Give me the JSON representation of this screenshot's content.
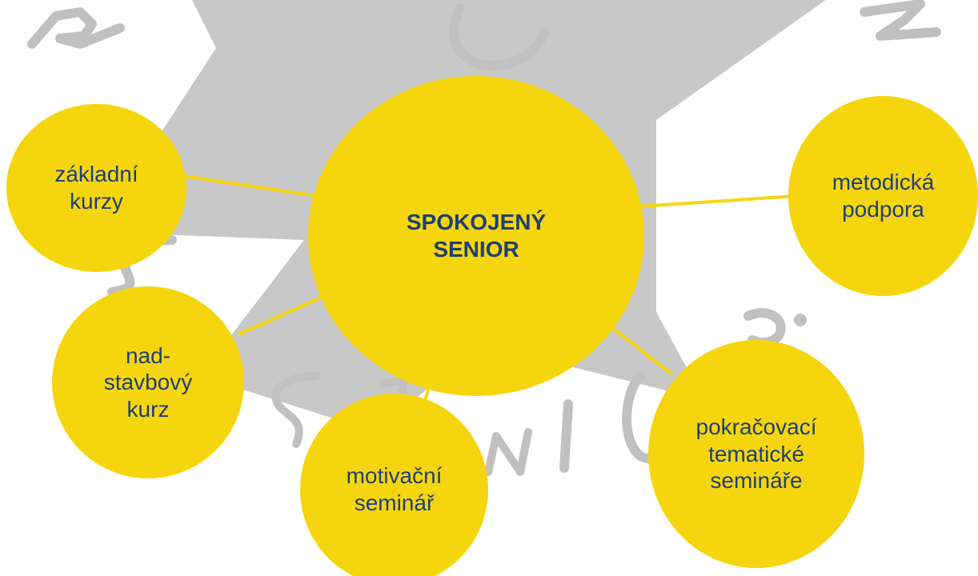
{
  "colors": {
    "circle_fill": "#F5D60E",
    "text": "#1F3F73",
    "connector": "#F5D60E",
    "background_star": "#C8C8C8",
    "watermark_letters": "#C0C0C0"
  },
  "diagram": {
    "center": {
      "label": "SPOKOJENÝ\nSENIOR"
    },
    "nodes": [
      {
        "id": "zakladni-kurzy",
        "label": "základní\nkurzy"
      },
      {
        "id": "metodicka-podpora",
        "label": "metodická\npodpora"
      },
      {
        "id": "nadstavbovy-kurz",
        "label": "nad-\nstavbový\nkurz"
      },
      {
        "id": "motivacni-seminar",
        "label": "motivační\nseminář"
      },
      {
        "id": "pokracovaci-tematicke-seminare",
        "label": "pokračovací\ntematické\nsemináře"
      }
    ]
  },
  "watermark": {
    "letters": [
      "P",
      "O",
      "N",
      "S",
      "S",
      "E",
      "N",
      "I",
      "O",
      "R"
    ]
  }
}
